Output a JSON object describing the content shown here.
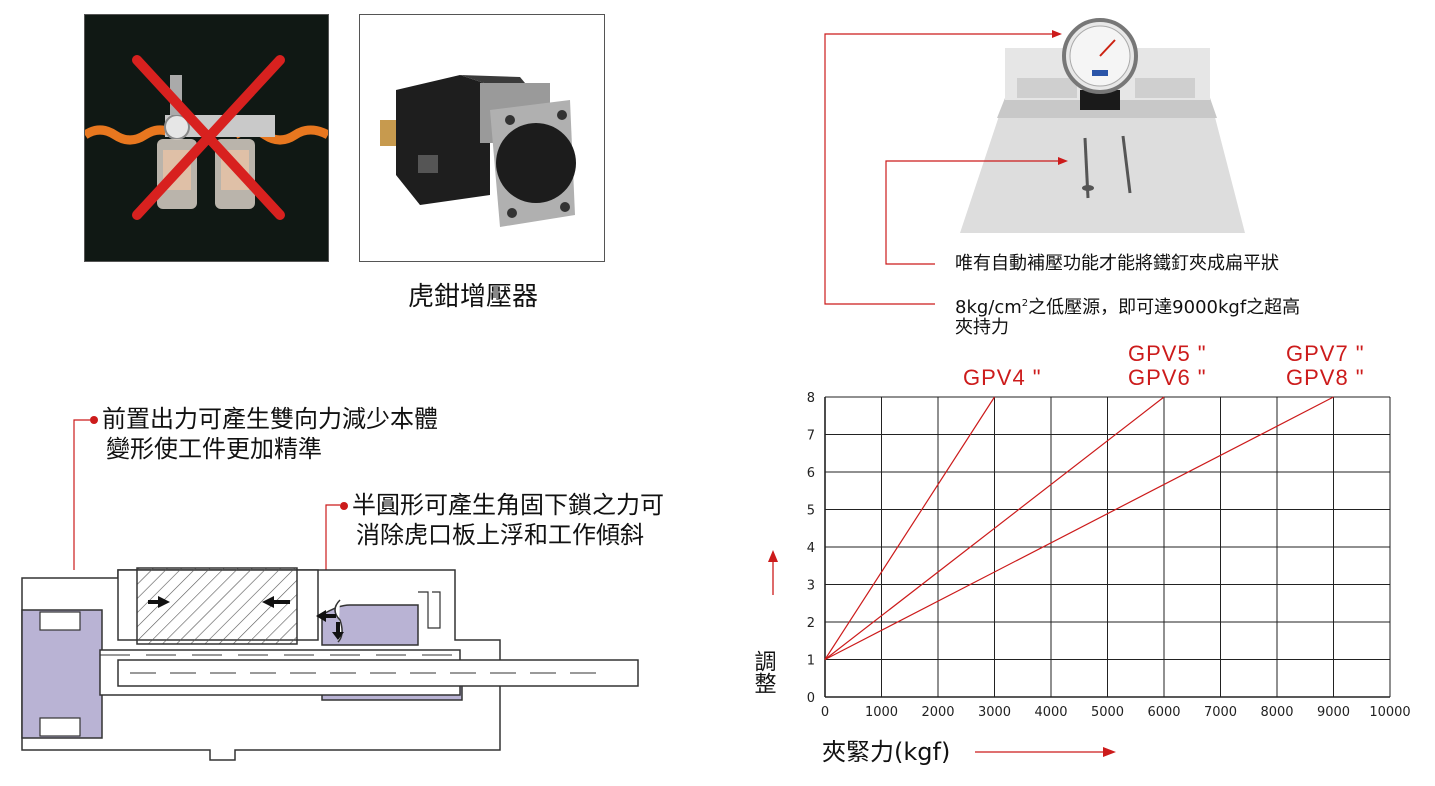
{
  "photos": {
    "left_caption": "",
    "middle_caption": "虎鉗增壓器"
  },
  "vise_notes": {
    "note1": "唯有自動補壓功能才能將鐵釘夾成扁平狀",
    "note2_line1_prefix": "8kg/cm",
    "note2_line1_sup": "2",
    "note2_line1_suffix": "之低壓源，即可達9000kgf之超高",
    "note2_line2": "夾持力"
  },
  "diagram_notes": {
    "note1_line1": "前置出力可產生雙向力減少本體",
    "note1_line2": "變形使工件更加精準",
    "note2_line1": "半圓形可產生角固下鎖之力可",
    "note2_line2": "消除虎口板上浮和工作傾斜"
  },
  "chart_data": {
    "type": "line",
    "xlabel": "夾緊力(kgf)",
    "ylabel": "調整",
    "xlim": [
      0,
      10000
    ],
    "ylim": [
      0,
      8
    ],
    "x_ticks": [
      "0",
      "1000",
      "2000",
      "3000",
      "4000",
      "5000",
      "6000",
      "7000",
      "8000",
      "9000",
      "10000"
    ],
    "y_ticks": [
      "0",
      "1",
      "2",
      "3",
      "4",
      "5",
      "6",
      "7",
      "8"
    ],
    "grid": true,
    "series_labels": [
      {
        "lines": [
          "GPV4 \""
        ]
      },
      {
        "lines": [
          "GPV5 \"",
          "GPV6 \""
        ]
      },
      {
        "lines": [
          "GPV7 \"",
          "GPV8 \""
        ]
      }
    ],
    "series": [
      {
        "x": [
          0,
          3000
        ],
        "y": [
          1,
          8
        ]
      },
      {
        "x": [
          0,
          6000
        ],
        "y": [
          1,
          8
        ]
      },
      {
        "x": [
          0,
          9000
        ],
        "y": [
          1,
          8
        ]
      }
    ],
    "line_color": "#cc1b1b"
  },
  "colors": {
    "accent_red": "#cc1b1b",
    "part_purple": "#b9b3d4"
  }
}
